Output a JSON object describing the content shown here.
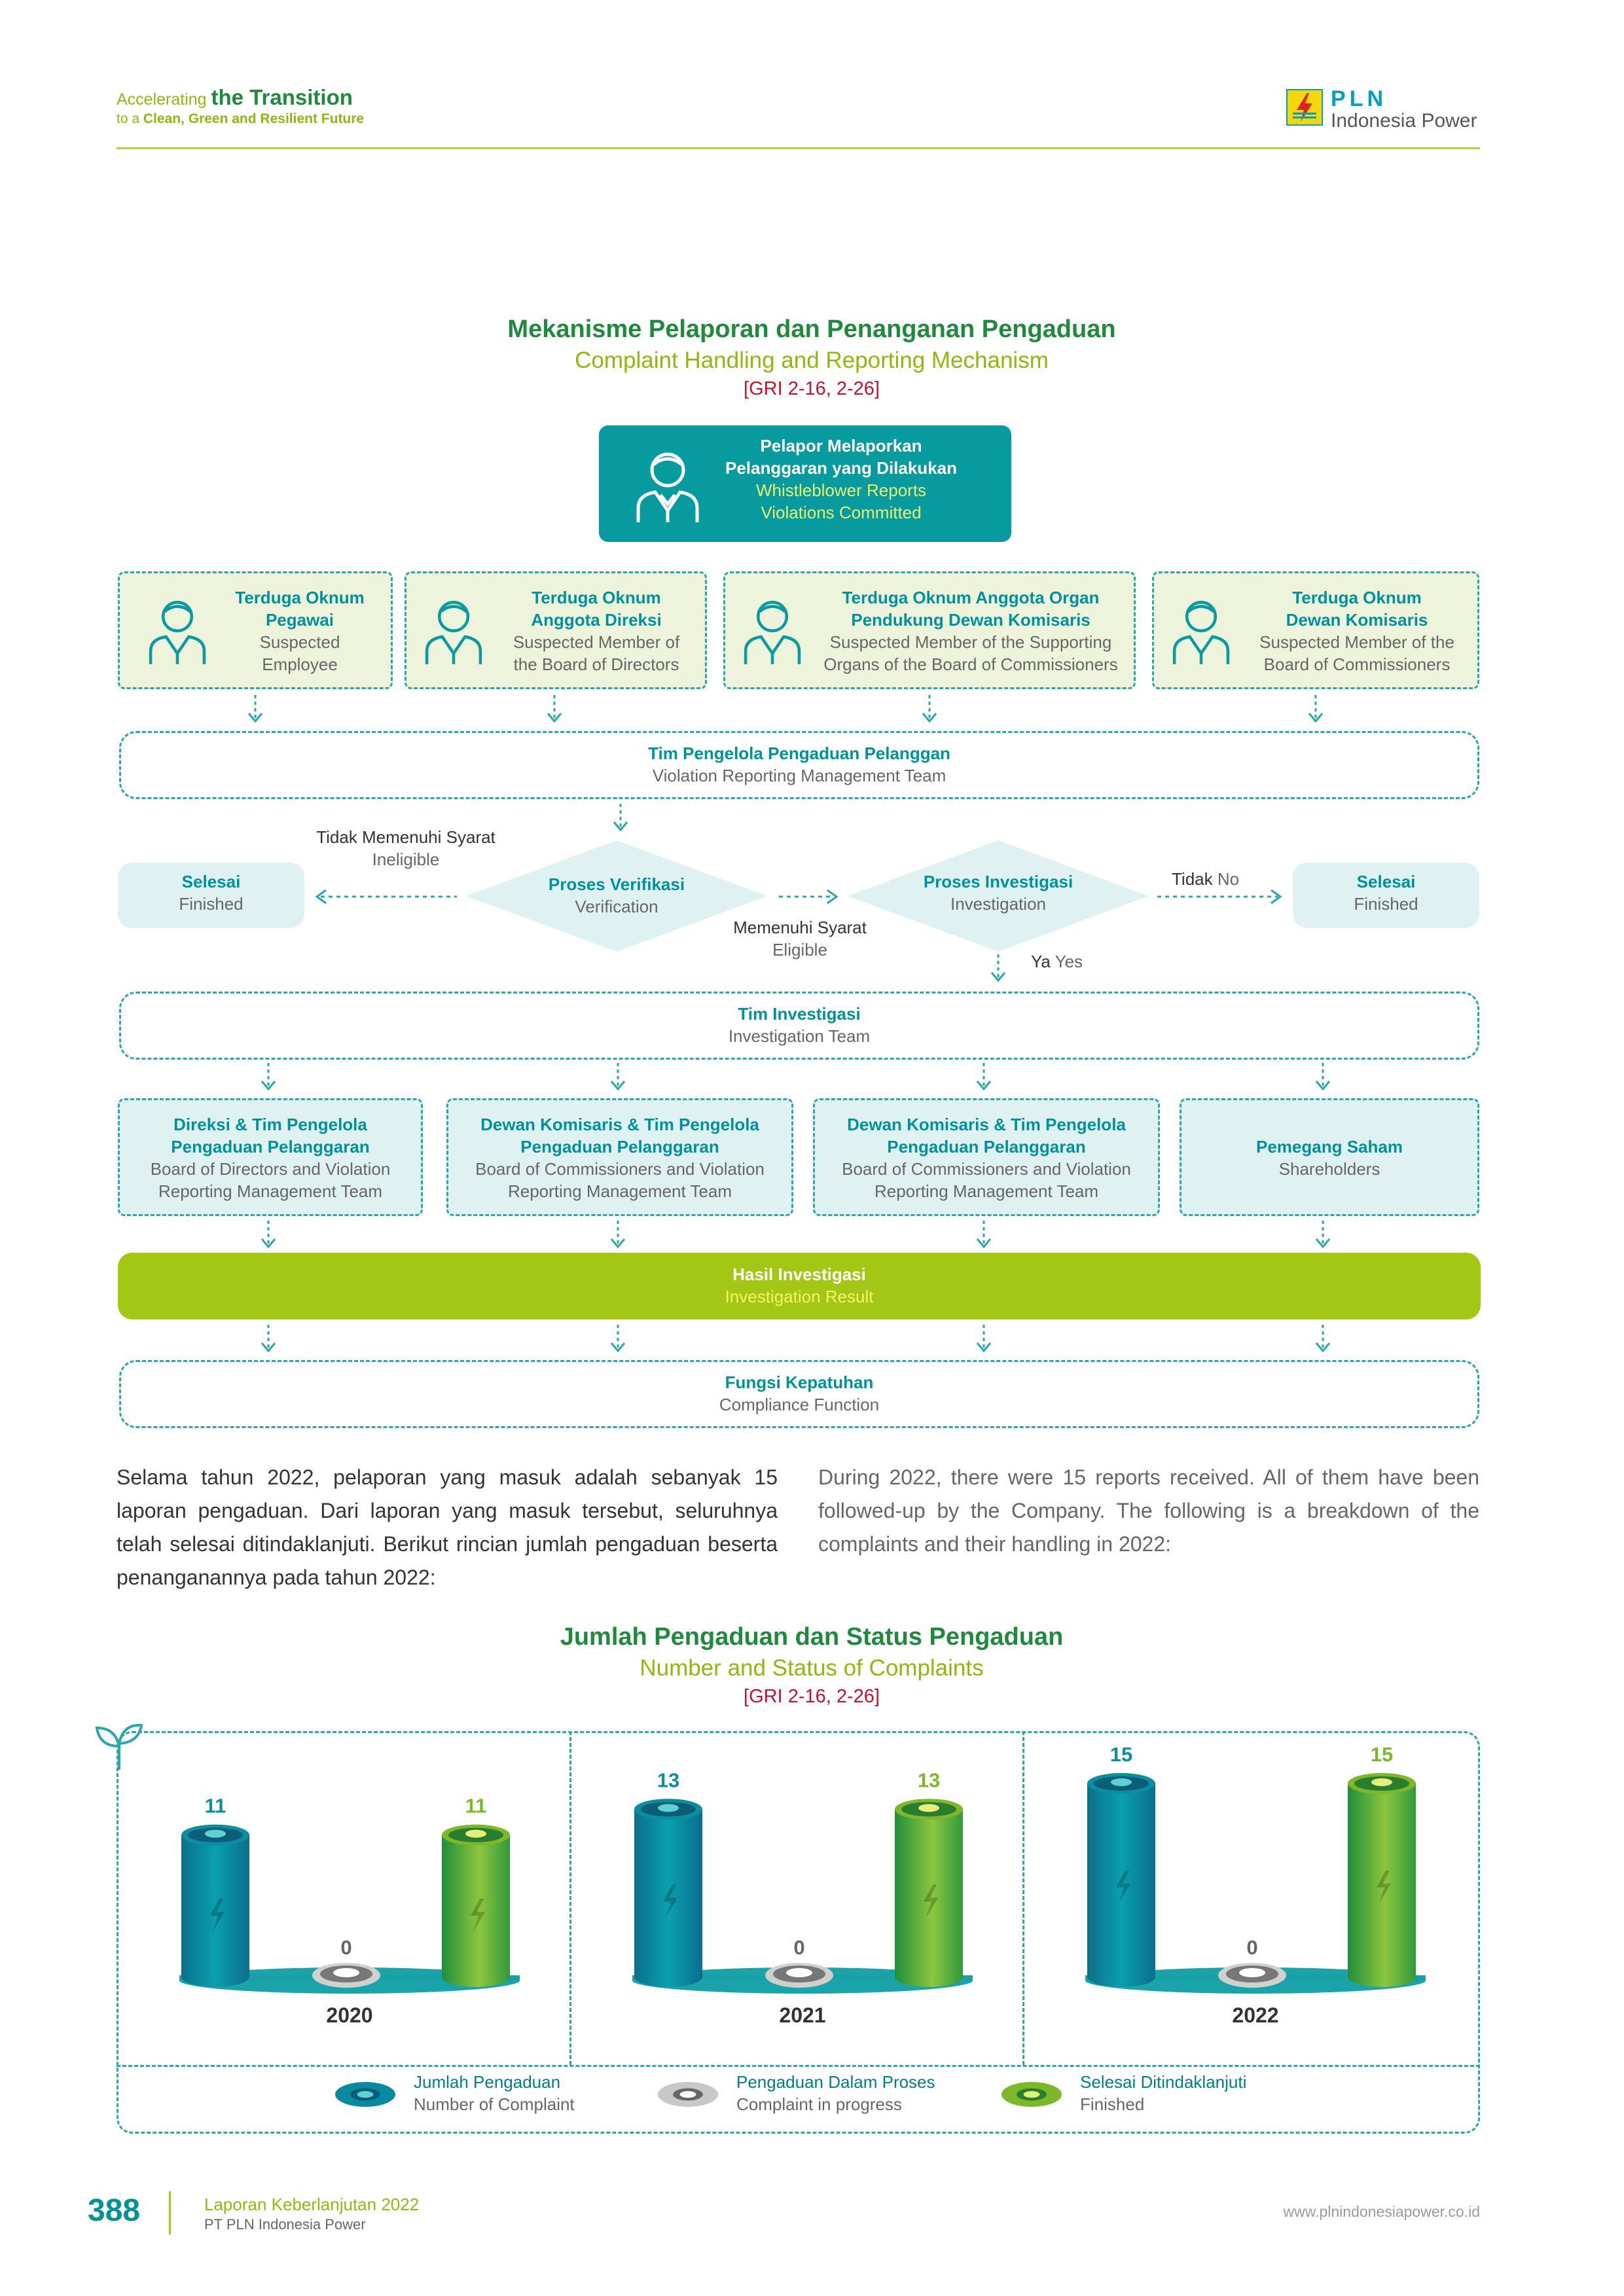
{
  "header": {
    "tagline_a": "Accelerating",
    "tagline_b": "the Transition",
    "tagline_c": "to a",
    "tagline_d": "Clean, Green and Resilient Future",
    "logo_name": "PLN",
    "logo_sub": "Indonesia Power"
  },
  "flow": {
    "title_id": "Mekanisme Pelaporan dan Penanganan Pengaduan",
    "title_en": "Complaint Handling and Reporting Mechanism",
    "gri": "[GRI 2-16, 2-26]",
    "reporter": {
      "id1": "Pelapor Melaporkan",
      "id2": "Pelanggaran yang Dilakukan",
      "en1": "Whistleblower Reports",
      "en2": "Violations Committed"
    },
    "suspects": [
      {
        "id1": "Terduga Oknum",
        "id2": "Pegawai",
        "en1": "Suspected",
        "en2": "Employee"
      },
      {
        "id1": "Terduga Oknum",
        "id2": "Anggota Direksi",
        "en1": "Suspected Member of",
        "en2": "the Board of Directors"
      },
      {
        "id1": "Terduga Oknum Anggota Organ",
        "id2": "Pendukung Dewan Komisaris",
        "en1": "Suspected Member of the Supporting",
        "en2": "Organs of the Board of Commissioners"
      },
      {
        "id1": "Terduga Oknum",
        "id2": "Dewan Komisaris",
        "en1": "Suspected Member of the",
        "en2": "Board of Commissioners"
      }
    ],
    "mgmt_team": {
      "id": "Tim Pengelola Pengaduan Pelanggan",
      "en": "Violation Reporting Management Team"
    },
    "ineligible": {
      "id": "Tidak Memenuhi Syarat",
      "en": "Ineligible"
    },
    "finished_left": {
      "id": "Selesai",
      "en": "Finished"
    },
    "verification": {
      "id": "Proses Verifikasi",
      "en": "Verification"
    },
    "eligible": {
      "id": "Memenuhi Syarat",
      "en": "Eligible"
    },
    "investigation": {
      "id": "Proses Investigasi",
      "en": "Investigation"
    },
    "no": {
      "id": "Tidak",
      "en": "No"
    },
    "finished_right": {
      "id": "Selesai",
      "en": "Finished"
    },
    "yes": {
      "id": "Ya",
      "en": "Yes"
    },
    "invest_team": {
      "id": "Tim Investigasi",
      "en": "Investigation Team"
    },
    "handlers": [
      {
        "id1": "Direksi & Tim Pengelola",
        "id2": "Pengaduan Pelanggaran",
        "en1": "Board of Directors and Violation",
        "en2": "Reporting Management Team"
      },
      {
        "id1": "Dewan Komisaris & Tim Pengelola",
        "id2": "Pengaduan Pelanggaran",
        "en1": "Board of Commissioners and Violation",
        "en2": "Reporting Management Team"
      },
      {
        "id1": "Dewan Komisaris & Tim Pengelola",
        "id2": "Pengaduan Pelanggaran",
        "en1": "Board of Commissioners and Violation",
        "en2": "Reporting Management Team"
      },
      {
        "id1": "Pemegang Saham",
        "id2": "",
        "en1": "Shareholders",
        "en2": ""
      }
    ],
    "result": {
      "id": "Hasil Investigasi",
      "en": "Investigation Result"
    },
    "compliance": {
      "id": "Fungsi Kepatuhan",
      "en": "Compliance Function"
    }
  },
  "body": {
    "para_id": "Selama tahun 2022, pelaporan yang masuk adalah sebanyak 15 laporan pengaduan. Dari laporan yang masuk tersebut, seluruhnya telah selesai ditindaklanjuti. Berikut rincian jumlah pengaduan beserta penanganannya pada tahun 2022:",
    "para_en": "During 2022, there were 15 reports received. All of them have been followed-up by the Company. The following is a breakdown of the complaints and their handling in 2022:"
  },
  "chart_title": {
    "id": "Jumlah Pengaduan dan Status Pengaduan",
    "en": "Number and Status of Complaints",
    "gri": "[GRI 2-16, 2-26]"
  },
  "chart_data": {
    "type": "bar",
    "title": "Jumlah Pengaduan dan Status Pengaduan",
    "categories": [
      "2020",
      "2021",
      "2022"
    ],
    "series": [
      {
        "name": "Jumlah Pengaduan / Number of Complaint",
        "values": [
          11,
          13,
          15
        ],
        "color": "#0a8ea0"
      },
      {
        "name": "Pengaduan Dalam Proses / Complaint in progress",
        "values": [
          0,
          0,
          0
        ],
        "color": "#9a9a9a"
      },
      {
        "name": "Selesai Ditindaklanjuti / Finished",
        "values": [
          11,
          13,
          15
        ],
        "color": "#7cb82a"
      }
    ],
    "ylim": [
      0,
      15
    ]
  },
  "legend": [
    {
      "id": "Jumlah Pengaduan",
      "en": "Number of Complaint"
    },
    {
      "id": "Pengaduan Dalam Proses",
      "en": "Complaint in progress"
    },
    {
      "id": "Selesai Ditindaklanjuti",
      "en": "Finished"
    }
  ],
  "footer": {
    "page": "388",
    "report": "Laporan Keberlanjutan 2022",
    "company": "PT PLN Indonesia Power",
    "url": "www.plnindonesiapower.co.id"
  },
  "colors": {
    "teal": "#00929b",
    "lime": "#a4c614",
    "dark_green": "#1e8a3c"
  }
}
